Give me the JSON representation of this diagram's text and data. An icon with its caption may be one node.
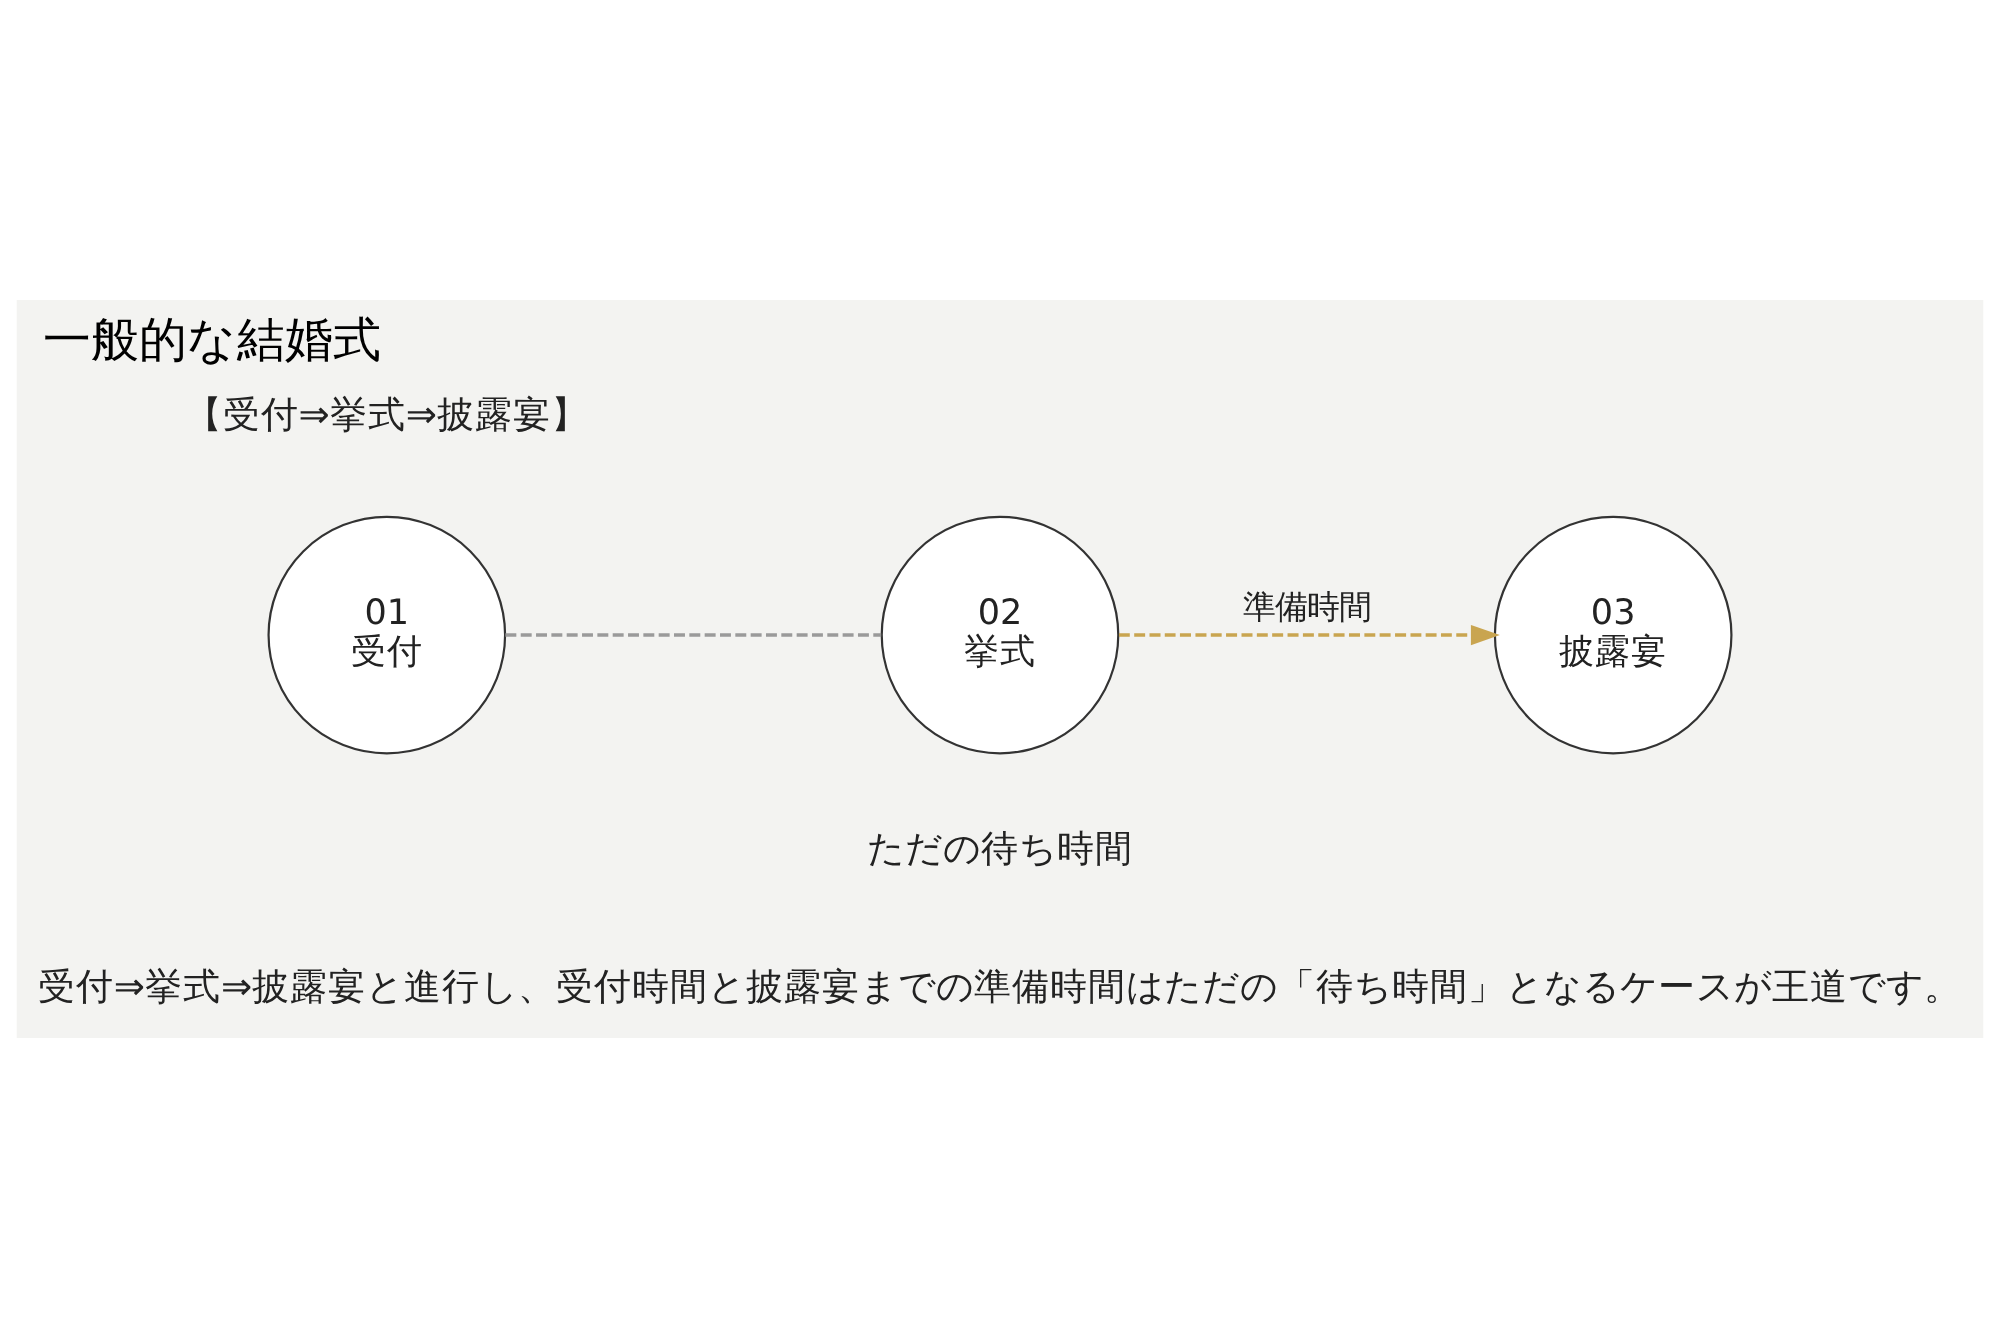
{
  "diagram": {
    "title": "一般的な結婚式",
    "caption": "受付⇒挙式⇒披露宴と進行し、受付時間と披露宴までの準備時間はただの「待ち時間」となるケースが王道です。",
    "nodes": [
      {
        "text": [
          "01",
          "受付"
        ]
      },
      {
        "text": [
          "02",
          "挙式"
        ]
      },
      {
        "text": [
          "03",
          "披露宴"
        ]
      }
    ],
    "edges": [
      {
        "from": 0,
        "to": 1,
        "arrow": "none",
        "style": "dashed",
        "color": "#9a9a9a"
      },
      {
        "from": 1,
        "to": 2,
        "arrow": "to",
        "label": "準備時間",
        "style": "dashed",
        "color": "#c9a550"
      }
    ],
    "labels": [
      "【受付⇒挙式⇒披露宴】",
      "ただの待ち時間"
    ]
  }
}
